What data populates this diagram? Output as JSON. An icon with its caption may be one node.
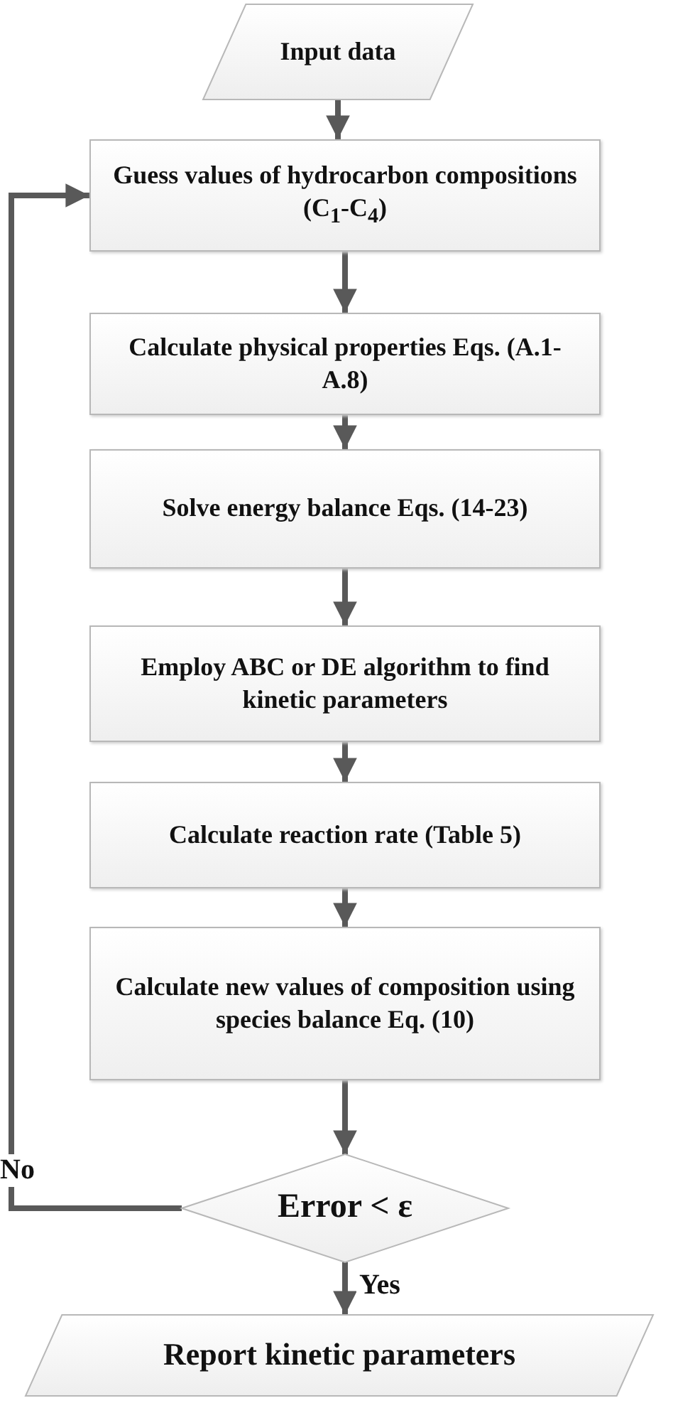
{
  "diagram": {
    "nodes": [
      {
        "text": [
          "Input data"
        ]
      },
      {
        "text": [
          "Guess values of hydrocarbon compositions (C$_{1}$-C$_{4}$)"
        ]
      },
      {
        "text": [
          "Calculate physical properties Eqs. (A.1- A.8)"
        ]
      },
      {
        "text": [
          "Solve energy balance Eqs. (14-23)"
        ]
      },
      {
        "text": [
          "Employ ABC or DE algorithm  to find kinetic parameters"
        ]
      },
      {
        "text": [
          "Calculate reaction rate (Table 5)"
        ]
      },
      {
        "text": [
          "Calculate new values of composition using species balance Eq. (10)"
        ]
      },
      {
        "text": [
          "Error < ε"
        ]
      },
      {
        "text": [
          "Report kinetic parameters"
        ]
      }
    ],
    "edges": [
      {
        "from": 0,
        "to": 1,
        "arrow": "to"
      },
      {
        "from": 1,
        "to": 2,
        "arrow": "to"
      },
      {
        "from": 2,
        "to": 3,
        "arrow": "to"
      },
      {
        "from": 3,
        "to": 4,
        "arrow": "to"
      },
      {
        "from": 4,
        "to": 5,
        "arrow": "to"
      },
      {
        "from": 5,
        "to": 6,
        "arrow": "to"
      },
      {
        "from": 6,
        "to": 7,
        "arrow": "to"
      },
      {
        "from": 7,
        "to": 1,
        "arrow": "to",
        "label": "No"
      },
      {
        "from": 7,
        "to": 8,
        "arrow": "to",
        "label": "Yes"
      }
    ]
  }
}
